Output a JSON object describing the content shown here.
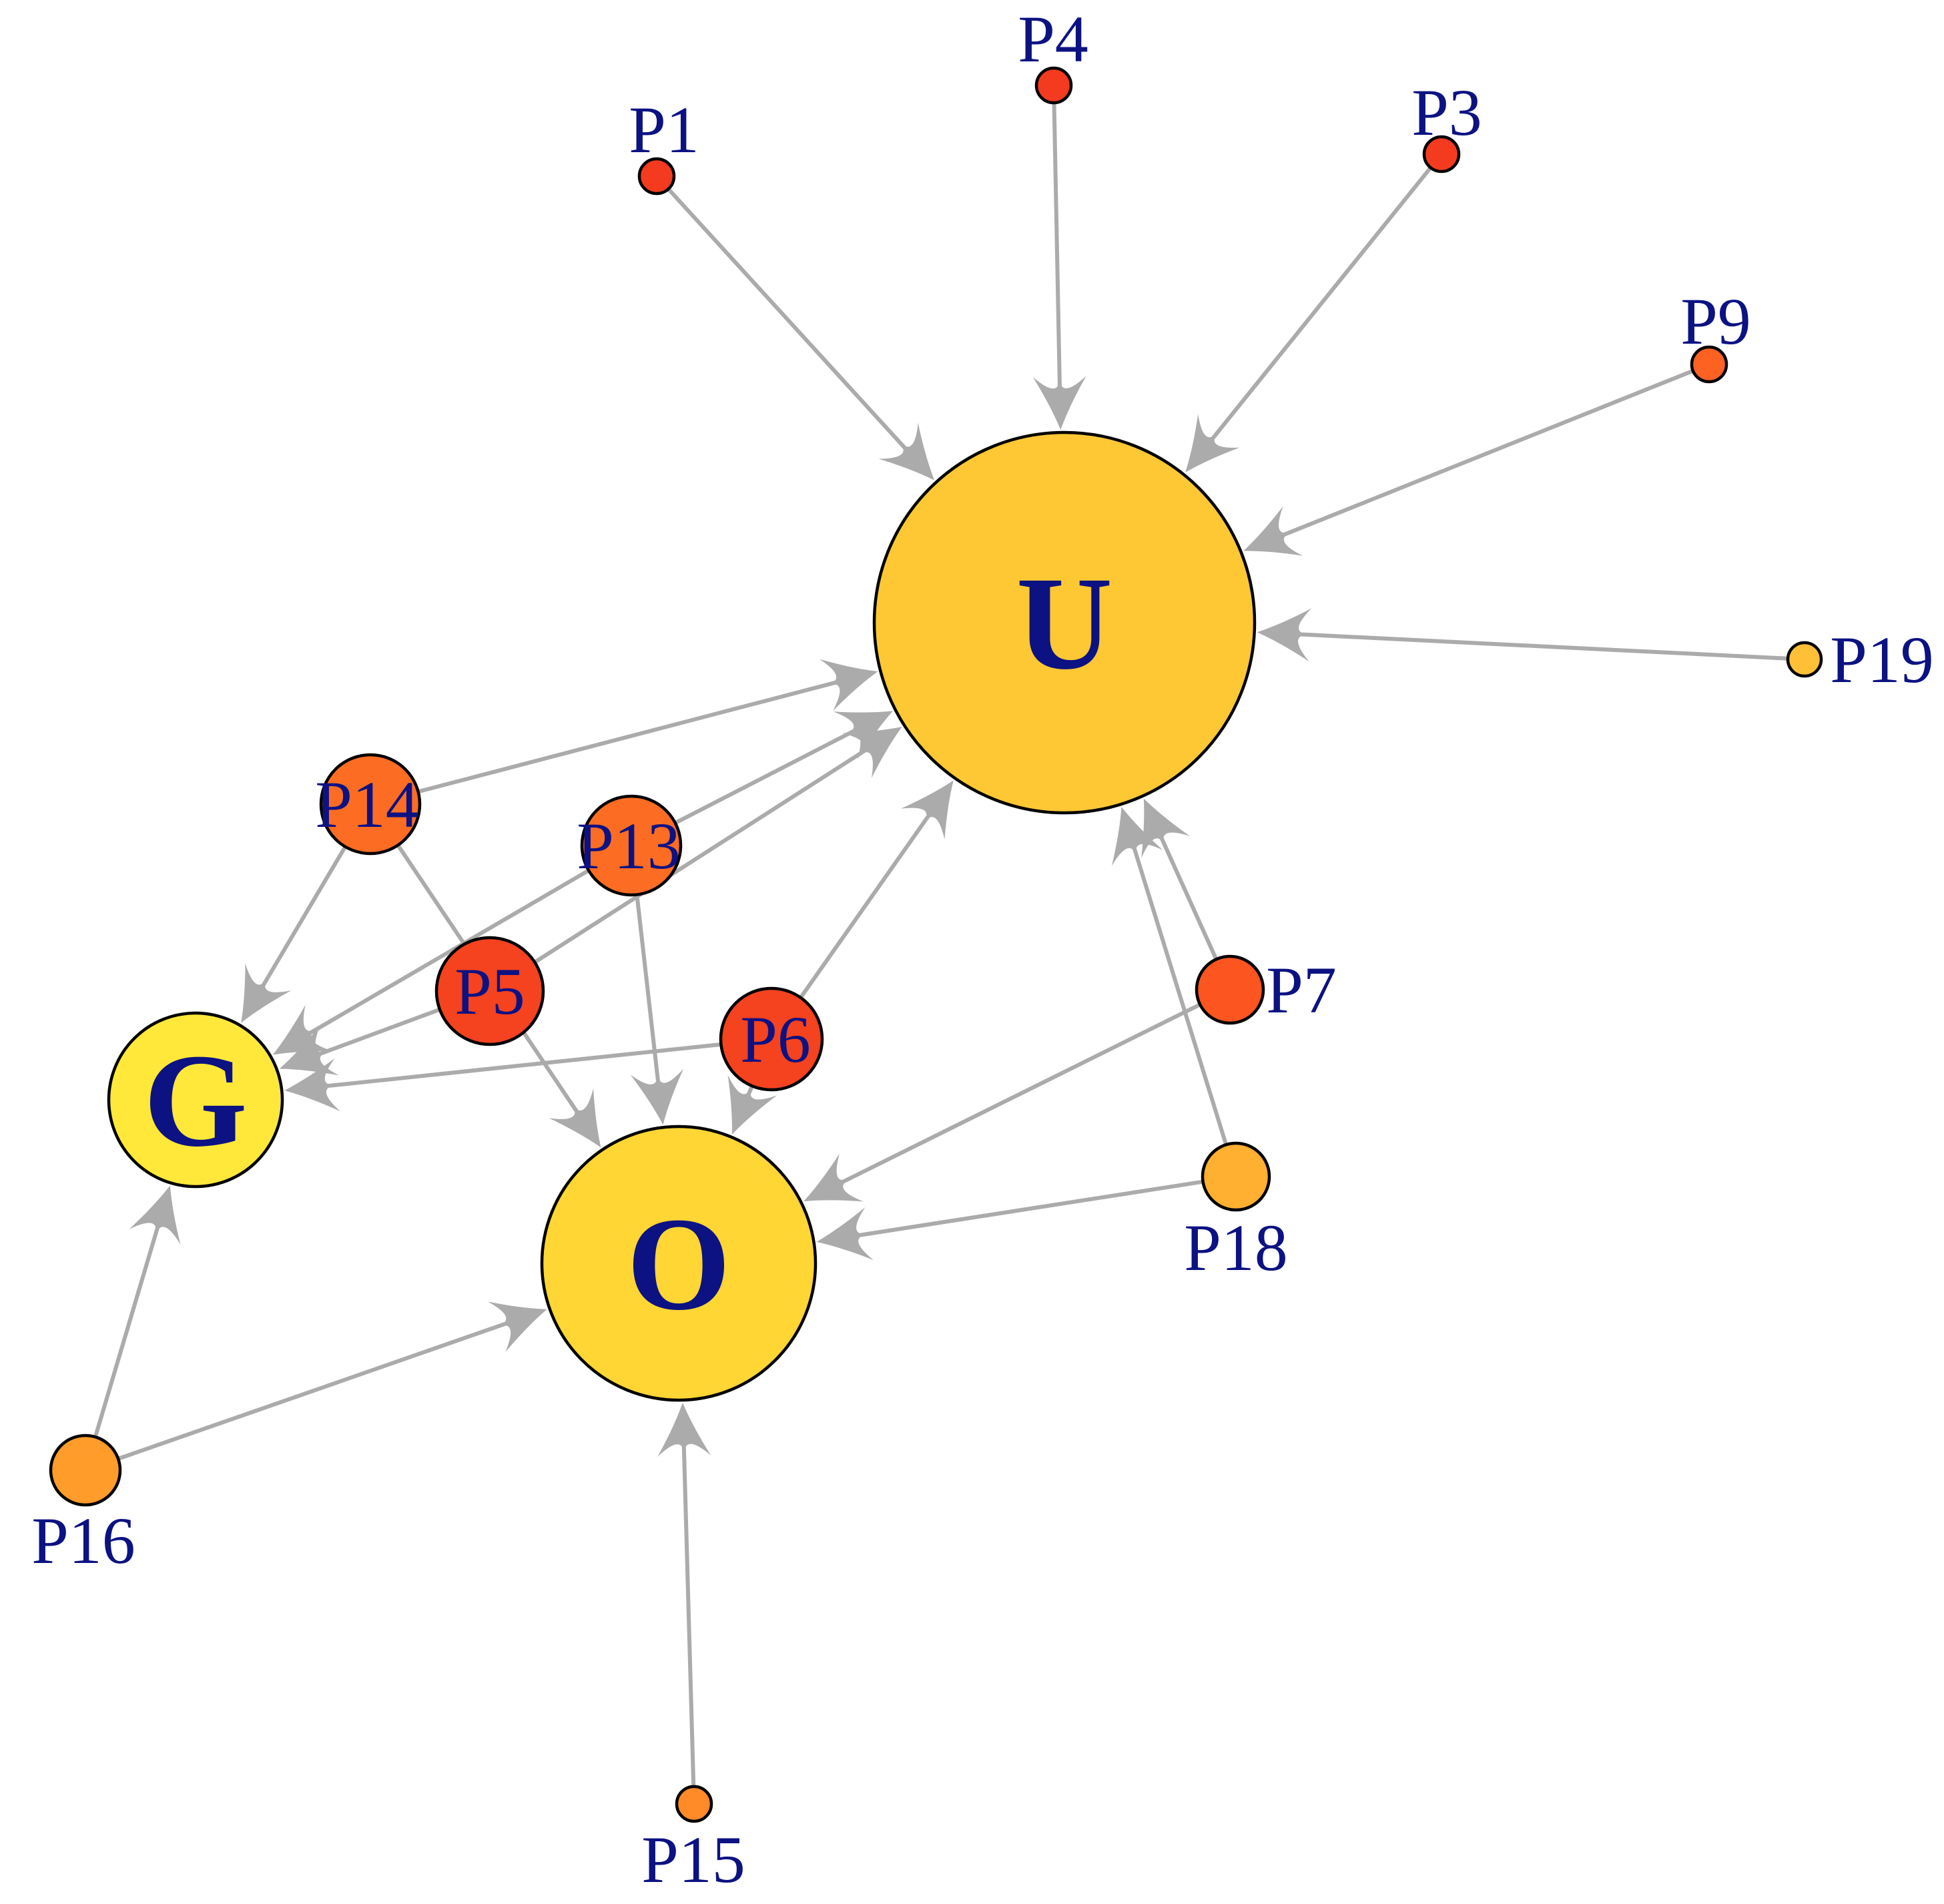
{
  "graph": {
    "type": "directed-network",
    "nodes": [
      {
        "id": "U",
        "label": "U",
        "color": "#fdc834"
      },
      {
        "id": "O",
        "label": "O",
        "color": "#ffd634"
      },
      {
        "id": "G",
        "label": "G",
        "color": "#ffe83a"
      },
      {
        "id": "P1",
        "label": "P1",
        "color": "#f43b1f"
      },
      {
        "id": "P3",
        "label": "P3",
        "color": "#f43b1f"
      },
      {
        "id": "P4",
        "label": "P4",
        "color": "#f43b1f"
      },
      {
        "id": "P5",
        "label": "P5",
        "color": "#f5421f"
      },
      {
        "id": "P6",
        "label": "P6",
        "color": "#f5421f"
      },
      {
        "id": "P7",
        "label": "P7",
        "color": "#fd5520"
      },
      {
        "id": "P9",
        "label": "P9",
        "color": "#fd6223"
      },
      {
        "id": "P13",
        "label": "P13",
        "color": "#fc6d23"
      },
      {
        "id": "P14",
        "label": "P14",
        "color": "#fc6d23"
      },
      {
        "id": "P15",
        "label": "P15",
        "color": "#ff8a27"
      },
      {
        "id": "P16",
        "label": "P16",
        "color": "#ff9c2a"
      },
      {
        "id": "P18",
        "label": "P18",
        "color": "#ffb030"
      },
      {
        "id": "P19",
        "label": "P19",
        "color": "#ffc038"
      }
    ],
    "edges": [
      {
        "from": "P1",
        "to": "U"
      },
      {
        "from": "P4",
        "to": "U"
      },
      {
        "from": "P3",
        "to": "U"
      },
      {
        "from": "P9",
        "to": "U"
      },
      {
        "from": "P19",
        "to": "U"
      },
      {
        "from": "P14",
        "to": "U"
      },
      {
        "from": "P13",
        "to": "U"
      },
      {
        "from": "P5",
        "to": "U"
      },
      {
        "from": "P6",
        "to": "U"
      },
      {
        "from": "P7",
        "to": "U"
      },
      {
        "from": "P18",
        "to": "U"
      },
      {
        "from": "P14",
        "to": "G"
      },
      {
        "from": "P13",
        "to": "G"
      },
      {
        "from": "P5",
        "to": "G"
      },
      {
        "from": "P6",
        "to": "G"
      },
      {
        "from": "P16",
        "to": "G"
      },
      {
        "from": "P14",
        "to": "O"
      },
      {
        "from": "P13",
        "to": "O"
      },
      {
        "from": "P6",
        "to": "O"
      },
      {
        "from": "P7",
        "to": "O"
      },
      {
        "from": "P18",
        "to": "O"
      },
      {
        "from": "P16",
        "to": "O"
      },
      {
        "from": "P15",
        "to": "O"
      }
    ]
  }
}
